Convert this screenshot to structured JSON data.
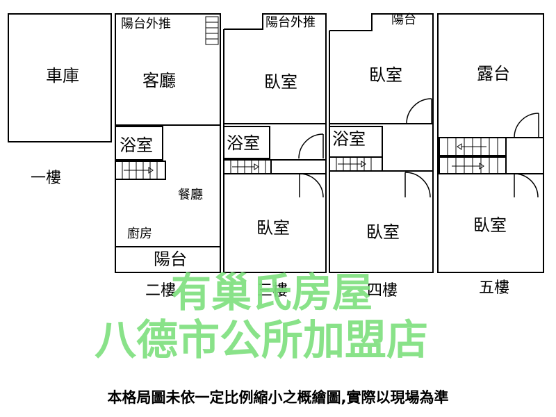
{
  "floors": {
    "f1": "一樓",
    "f2": "二樓",
    "f3": "三樓",
    "f4": "四樓",
    "f5": "五樓"
  },
  "rooms": {
    "garage": "車庫",
    "balcony_push_2": "陽台外推",
    "living": "客廳",
    "bath_2": "浴室",
    "dining": "餐廳",
    "kitchen": "廚房",
    "balcony_2": "陽台",
    "balcony_push_3": "陽台外推",
    "bed_3_front": "臥室",
    "bath_3": "浴室",
    "bed_3_back": "臥室",
    "balcony_4": "陽台",
    "bed_4_front": "臥室",
    "bath_4": "浴室",
    "bed_4_back": "臥室",
    "terrace_5": "露台",
    "bed_5": "臥室"
  },
  "watermark": {
    "line1": "有巢氏房屋",
    "line2": "八德市公所加盟店",
    "color": "#7fe07f"
  },
  "disclaimer": "本格局圖未依一定比例縮小之概繪圖,實際以現場為準"
}
